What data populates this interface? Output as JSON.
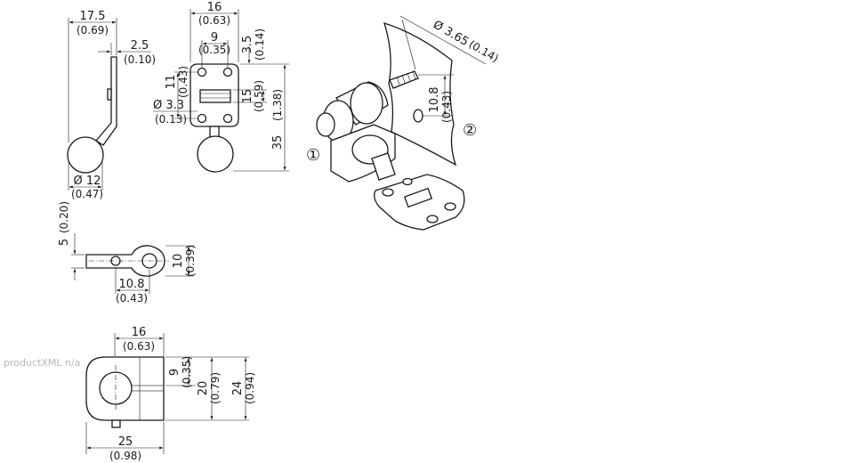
{
  "drawing": {
    "top_view": {
      "width": "17.5",
      "width_in": "(0.69)",
      "arm": "2.5",
      "arm_in": "(0.10)",
      "ball": "Ø 12",
      "ball_in": "(0.47)"
    },
    "front_view": {
      "width": "16",
      "width_in": "(0.63)",
      "hole_spacing": "9",
      "hole_spacing_in": "(0.35)",
      "top_offset": "3.5",
      "top_offset_in": "(0.14)",
      "hole_pitch": "11",
      "hole_pitch_in": "(0.43)",
      "hole_dia": "Ø 3.3",
      "hole_dia_in": "(0.13)",
      "slot_height": "15",
      "slot_height_in": "(0.59)",
      "total_height": "35",
      "total_height_in": "(1.38)"
    },
    "side_view": {
      "offset": "5",
      "offset_in": "(0.20)",
      "thickness": "10",
      "thickness_in": "(0.39)",
      "length": "10.8",
      "length_in": "(0.43)"
    },
    "clamp_view": {
      "width": "16",
      "width_in": "(0.63)",
      "slot": "9",
      "slot_in": "(0.35)",
      "inner": "20",
      "inner_in": "(0.79)",
      "height": "24",
      "height_in": "(0.94)",
      "length": "25",
      "length_in": "(0.98)"
    },
    "iso_view": {
      "screw_dia": "Ø 3.65",
      "screw_dia_in": "(0.14)",
      "spacing": "10.8",
      "spacing_in": "(0.43)",
      "label_1": "①",
      "label_2": "②"
    }
  },
  "footer": {
    "watermark": "productXML n/a"
  }
}
